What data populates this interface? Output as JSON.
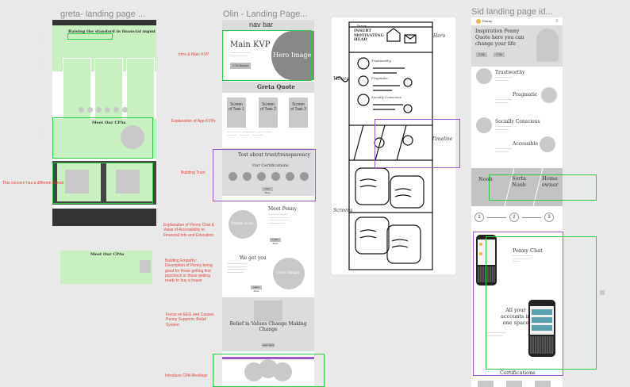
{
  "frames": {
    "greta": {
      "title": "greta- landing page ...",
      "hero_headline": "Raising the standard in financial mgmt",
      "meet_cpas": "Meet Our CPAs",
      "meet_cpas_2": "Meet Our CPAs",
      "notes": [
        "Intro & Main KVP",
        "Explanation of App KVPs",
        "Building Trust",
        "Explanation of Penny Chat & Value of Accessibility to Financial Info and Education",
        "Building Empathy: Description of Penny being good for those getting first paycheck or those getting ready to buy a house",
        "Focus on EEG and Causes Penny Supports: Belief System",
        "Introduce CPA Meetings"
      ],
      "side_note": "This concern has a different format"
    },
    "olin": {
      "title": "Olin - Landing Page...",
      "nav": "nav bar",
      "main_kvp": "Main KVP",
      "cta": "CTA Button",
      "hero_image": "Hero Image",
      "quote": "Greta Quote",
      "tasks": [
        "Screen of Task 1",
        "Screen of Task 2",
        "Screen of Task 3"
      ],
      "trust": "Text about trust/transparency",
      "certs": "Our Certifications",
      "meet_penny": "Meet Penny",
      "penny_icon": "Penny Icon",
      "we_get_you": "We get you",
      "user_image": "User Image",
      "belief": "Belief in Values Change Making Change",
      "learn_more": "Learn More"
    },
    "sketch": {
      "brand": "Penny",
      "labels": [
        "Hero",
        "Values",
        "Timeline",
        "Screens"
      ],
      "values": [
        "Trustworthy",
        "Pragmatic",
        "Socially Conscious"
      ],
      "hero_text": "INSERT MOTIVATING HEAD"
    },
    "sid": {
      "title": "Sid landing page id...",
      "brand": "Penny",
      "headline": "Inspiration Penny Quote here you can change your life",
      "buttons": [
        "CTA",
        "CTA"
      ],
      "values": [
        "Trustworthy",
        "Pragmatic",
        "Socially Conscious",
        "Accessible"
      ],
      "stages": [
        "Noob",
        "Sorta Noob",
        "Home owner"
      ],
      "steps": [
        "1",
        "2",
        "3"
      ],
      "chat": "Penny Chat",
      "accounts": "All your accounts in one space",
      "certifications": "Certifications"
    }
  }
}
